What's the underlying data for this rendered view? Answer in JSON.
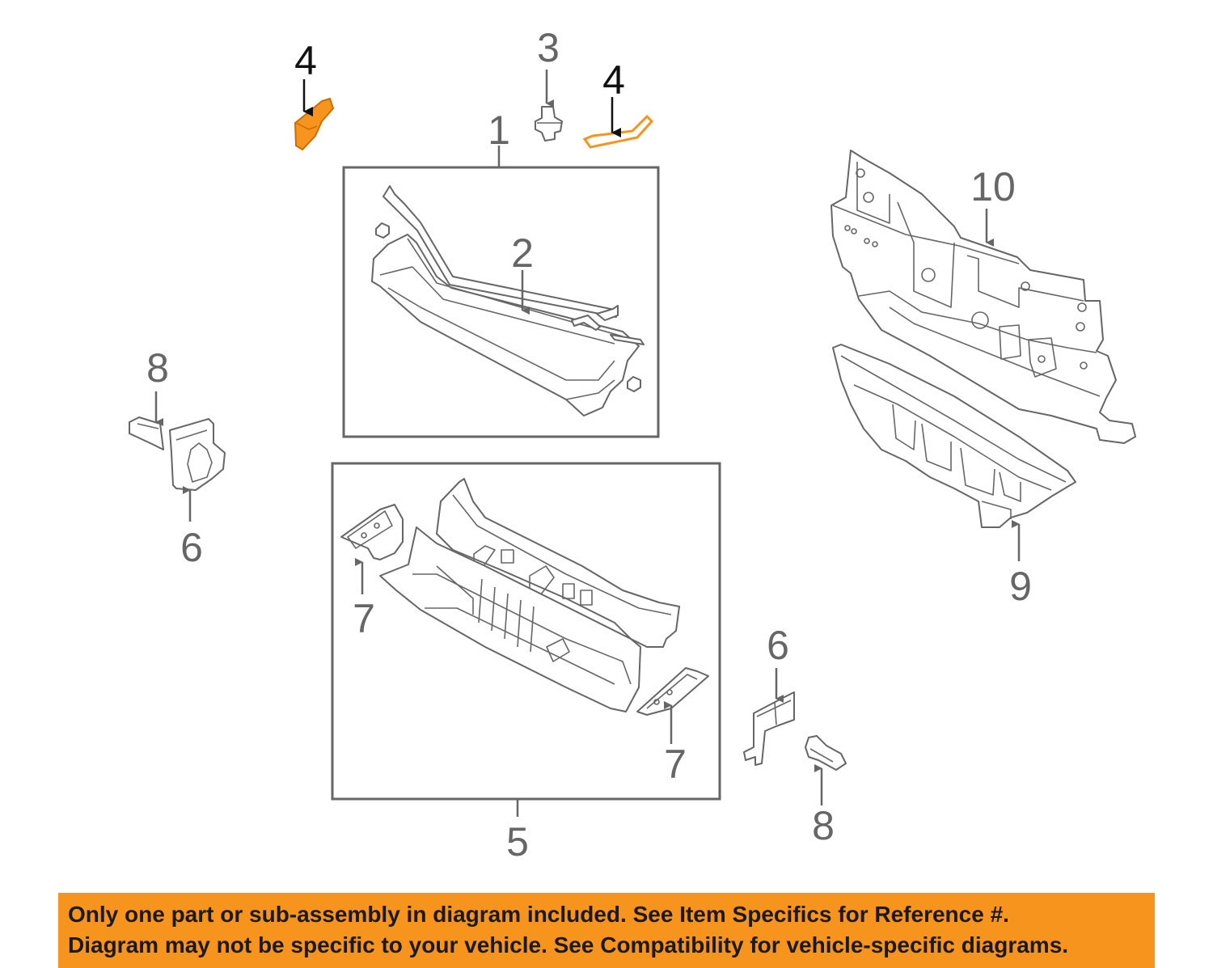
{
  "callouts": {
    "c1": "1",
    "c2": "2",
    "c3": "3",
    "c4_left": "4",
    "c4_right": "4",
    "c5": "5",
    "c6_left": "6",
    "c6_right": "6",
    "c7_left": "7",
    "c7_right": "7",
    "c8_left": "8",
    "c8_right": "8",
    "c9": "9",
    "c10": "10"
  },
  "highlighted_part": "4",
  "colors": {
    "highlight": "#f7941d",
    "line": "#666666",
    "banner_bg": "#f7941d"
  },
  "banner": {
    "line1": "Only one part or sub-assembly in diagram included. See Item Specifics for Reference #.",
    "line2": "Diagram may not be specific to your vehicle. See Compatibility for vehicle-specific diagrams."
  }
}
